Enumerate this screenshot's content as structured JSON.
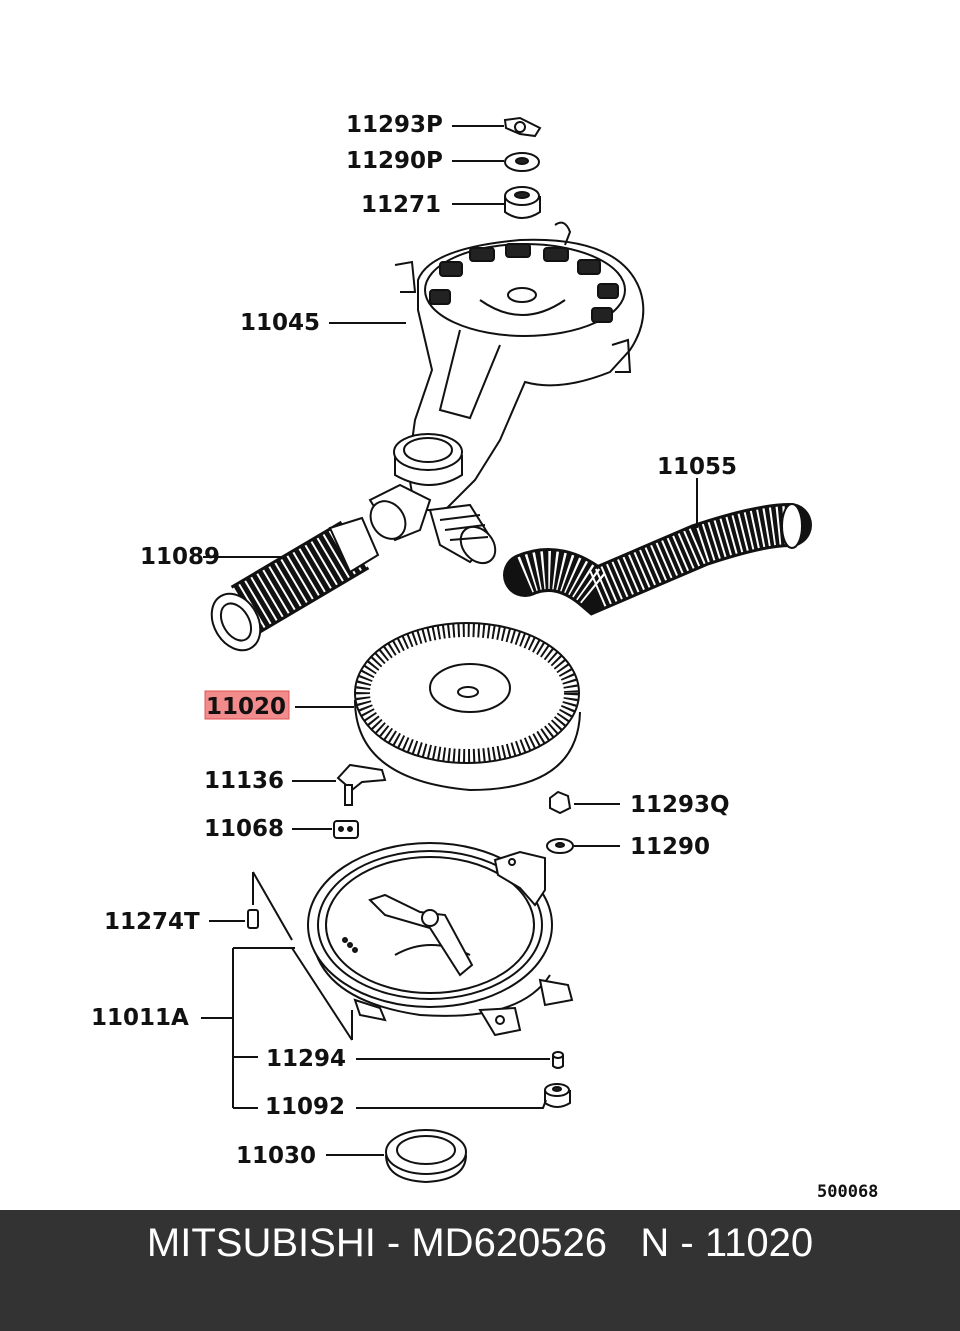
{
  "labels": {
    "p11293P": "11293P",
    "p11290P": "11290P",
    "p11271": "11271",
    "p11045": "11045",
    "p11055": "11055",
    "p11089": "11089",
    "p11020": "11020",
    "p11136": "11136",
    "p11293Q": "11293Q",
    "p11068": "11068",
    "p11290": "11290",
    "p11274T": "11274T",
    "p11011A": "11011A",
    "p11294": "11294",
    "p11092": "11092",
    "p11030": "11030"
  },
  "diagram_code": "500068",
  "highlight_color": "#f28b8b",
  "footer": {
    "text": "MITSUBISHI - MD620526   N - 11020",
    "background": "#333333"
  }
}
